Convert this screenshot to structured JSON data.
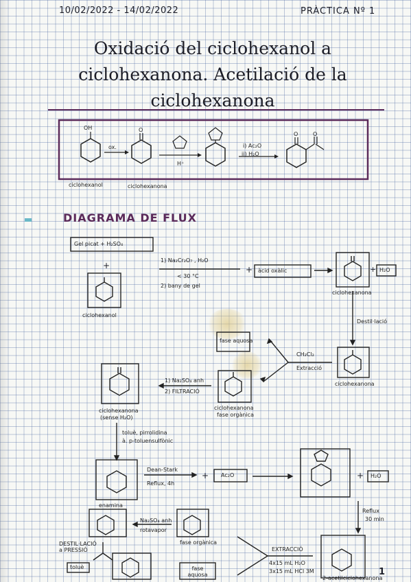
{
  "header": {
    "date": "10/02/2022 - 14/02/2022",
    "practica": "PRÀCTICA Nº 1"
  },
  "title": {
    "line1": "Oxidació del ciclohexanol a",
    "line2": "ciclohexanona. Acetilació de la",
    "line3": "ciclohexanona"
  },
  "scheme": {
    "label_ciclohexanol": "ciclohexanol",
    "label_ciclohexanona": "ciclohexanona",
    "oh": "OH",
    "ox": "ox.",
    "h_plus": "H⁺",
    "step_i": "i) Ac₂O",
    "step_ii": "ii) H₂O",
    "border_color": "#5b2a5a"
  },
  "diagram": {
    "heading": "DIAGRAMA DE FLUX",
    "gel_picat": "Gel picat + H₂SO₄",
    "plus": "+",
    "reagent1": "1) Na₂Cr₂O₇ , H₂O",
    "temp": "< 30 °C",
    "reagent2": "2) bany de gel",
    "acid_oxalic": "àcid oxàlic",
    "ciclohexanol": "ciclohexanol",
    "ciclohexanona": "ciclohexanona",
    "h2o": "H₂O",
    "destillacio": "Destil·lació",
    "fase_aquosa_top": "fase aquosa",
    "ch2cl2": "CH₂Cl₂",
    "extraccio": "Extracció",
    "na2so4": "1) Na₂SO₄ anh",
    "filtracio": "2) FILTRACIÓ",
    "fase_organica": "fase orgànica",
    "sense_h2o": "(sense H₂O)",
    "toluene_line1": "toluè, pirrolidina",
    "toluene_line2": "à. p-toluensulfònic",
    "dean_stark": "Dean-Stark",
    "reflux_4h": "Reflux, 4h",
    "ac2o": "Ac₂O",
    "enamina": "enamina",
    "reflux_30": "Reflux",
    "min30": "30 min",
    "na2so4_anh": "Na₂SO₄ anh",
    "rotavapor": "rotavapor",
    "fase_organica2": "fase orgànica",
    "destillacio_pressio": "DESTIL·LACIÓ a PRESSIÓ",
    "extraccio2": "EXTRACCIÓ",
    "vol1": "4x15 mL H₂O",
    "vol2": "3x15 mL HCl 3M",
    "toluene": "toluè",
    "fase_aquosa_bottom": "fase aquosa",
    "product_label": "2-acetilciclohexanona",
    "page_number": "1"
  }
}
